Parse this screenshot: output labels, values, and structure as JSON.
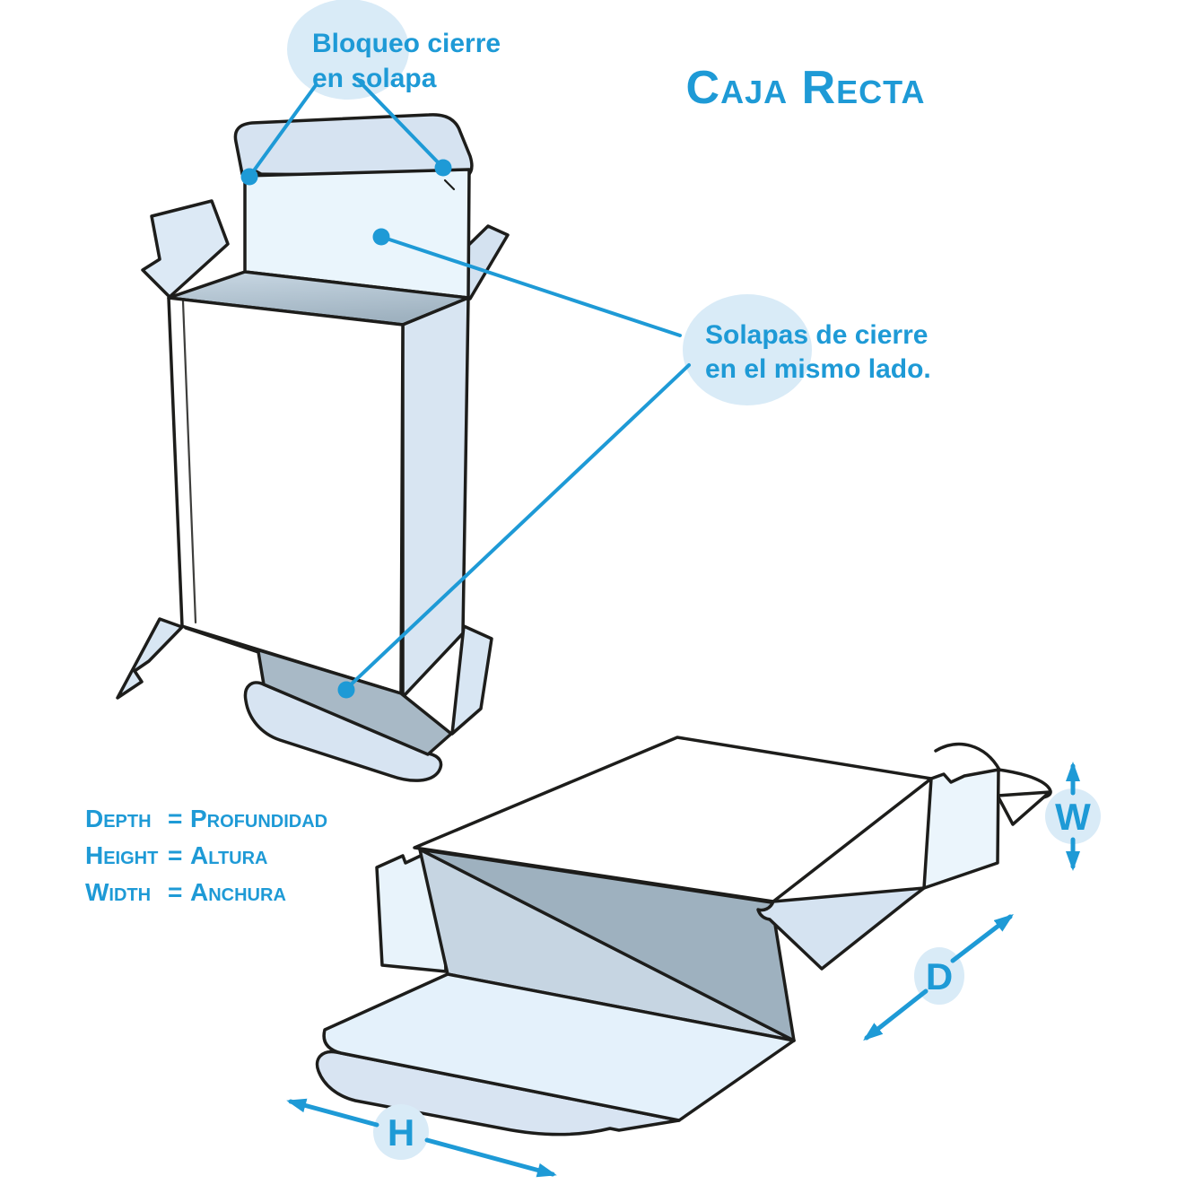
{
  "title": "Caja Recta",
  "annotations": {
    "flap_lock": {
      "line1": "Bloqueo cierre",
      "line2": "en solapa"
    },
    "closing_flaps": {
      "line1": "Solapas de cierre",
      "line2": "en el mismo lado."
    }
  },
  "legend": {
    "rows": [
      {
        "term": "Depth",
        "eq": "=",
        "translation": "Profundidad"
      },
      {
        "term": "Height",
        "eq": "=",
        "translation": "Altura"
      },
      {
        "term": "Width",
        "eq": "=",
        "translation": "Anchura"
      }
    ]
  },
  "dimensions": {
    "width": "W",
    "depth": "D",
    "height": "H"
  },
  "colors": {
    "accent_blue": "#1E9AD6",
    "label_bubble": "#D9EBF7",
    "outline": "#1D1D1B",
    "panel_white": "#FFFFFF",
    "panel_light": "#EAF5FC",
    "flap_light": "#D8E5F2",
    "interior_light": "#C6D5E2",
    "interior_dark": "#9EB1BF"
  }
}
